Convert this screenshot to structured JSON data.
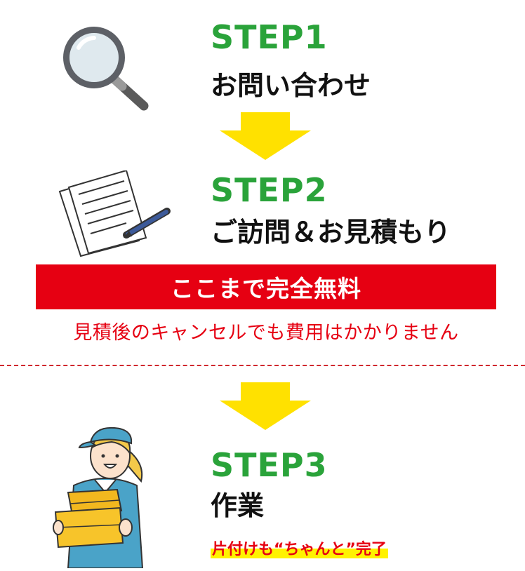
{
  "steps": [
    {
      "number": "STEP1",
      "title": "お問い合わせ",
      "icon": "magnifier-icon"
    },
    {
      "number": "STEP2",
      "title": "ご訪問＆お見積もり",
      "icon": "document-pen-icon"
    },
    {
      "number": "STEP3",
      "title": "作業",
      "icon": "worker-box-icon"
    }
  ],
  "free": {
    "banner": "ここまで完全無料",
    "note": "見積後のキャンセルでも費用はかかりません"
  },
  "step3_note": "片付けも“ちゃんと”完了",
  "colors": {
    "step_green": "#2aa33a",
    "banner_red": "#e60012",
    "arrow_yellow": "#ffe100",
    "highlight_yellow": "#fff200"
  }
}
